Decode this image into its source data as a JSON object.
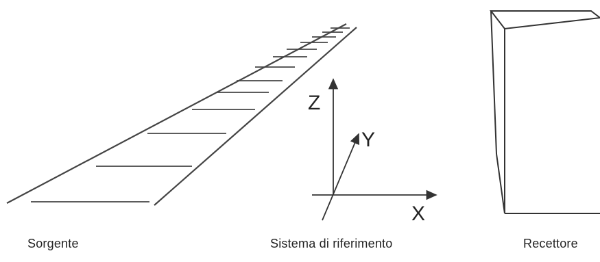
{
  "labels": {
    "source": "Sorgente",
    "reference_system": "Sistema di riferimento",
    "receptor": "Recettore"
  },
  "axes": {
    "z": "Z",
    "y": "Y",
    "x": "X"
  }
}
